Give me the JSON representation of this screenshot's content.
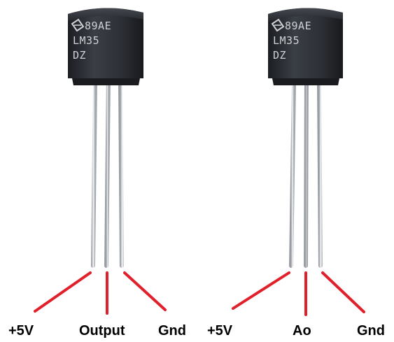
{
  "sensors": [
    {
      "marking": {
        "logo": "national-semiconductor-logo",
        "line1": "89AE",
        "line2": "LM35",
        "line3": "DZ"
      },
      "pins": [
        {
          "label": "+5V"
        },
        {
          "label": "Output"
        },
        {
          "label": "Gnd"
        }
      ]
    },
    {
      "marking": {
        "logo": "national-semiconductor-logo",
        "line1": "89AE",
        "line2": "LM35",
        "line3": "DZ"
      },
      "pins": [
        {
          "label": "+5V"
        },
        {
          "label": "Ao"
        },
        {
          "label": "Gnd"
        }
      ]
    }
  ],
  "colors": {
    "leader_line": "#e0202a",
    "package_body": "#2b2e33",
    "lead_wire": "#d8dade",
    "label_text": "#000000"
  }
}
